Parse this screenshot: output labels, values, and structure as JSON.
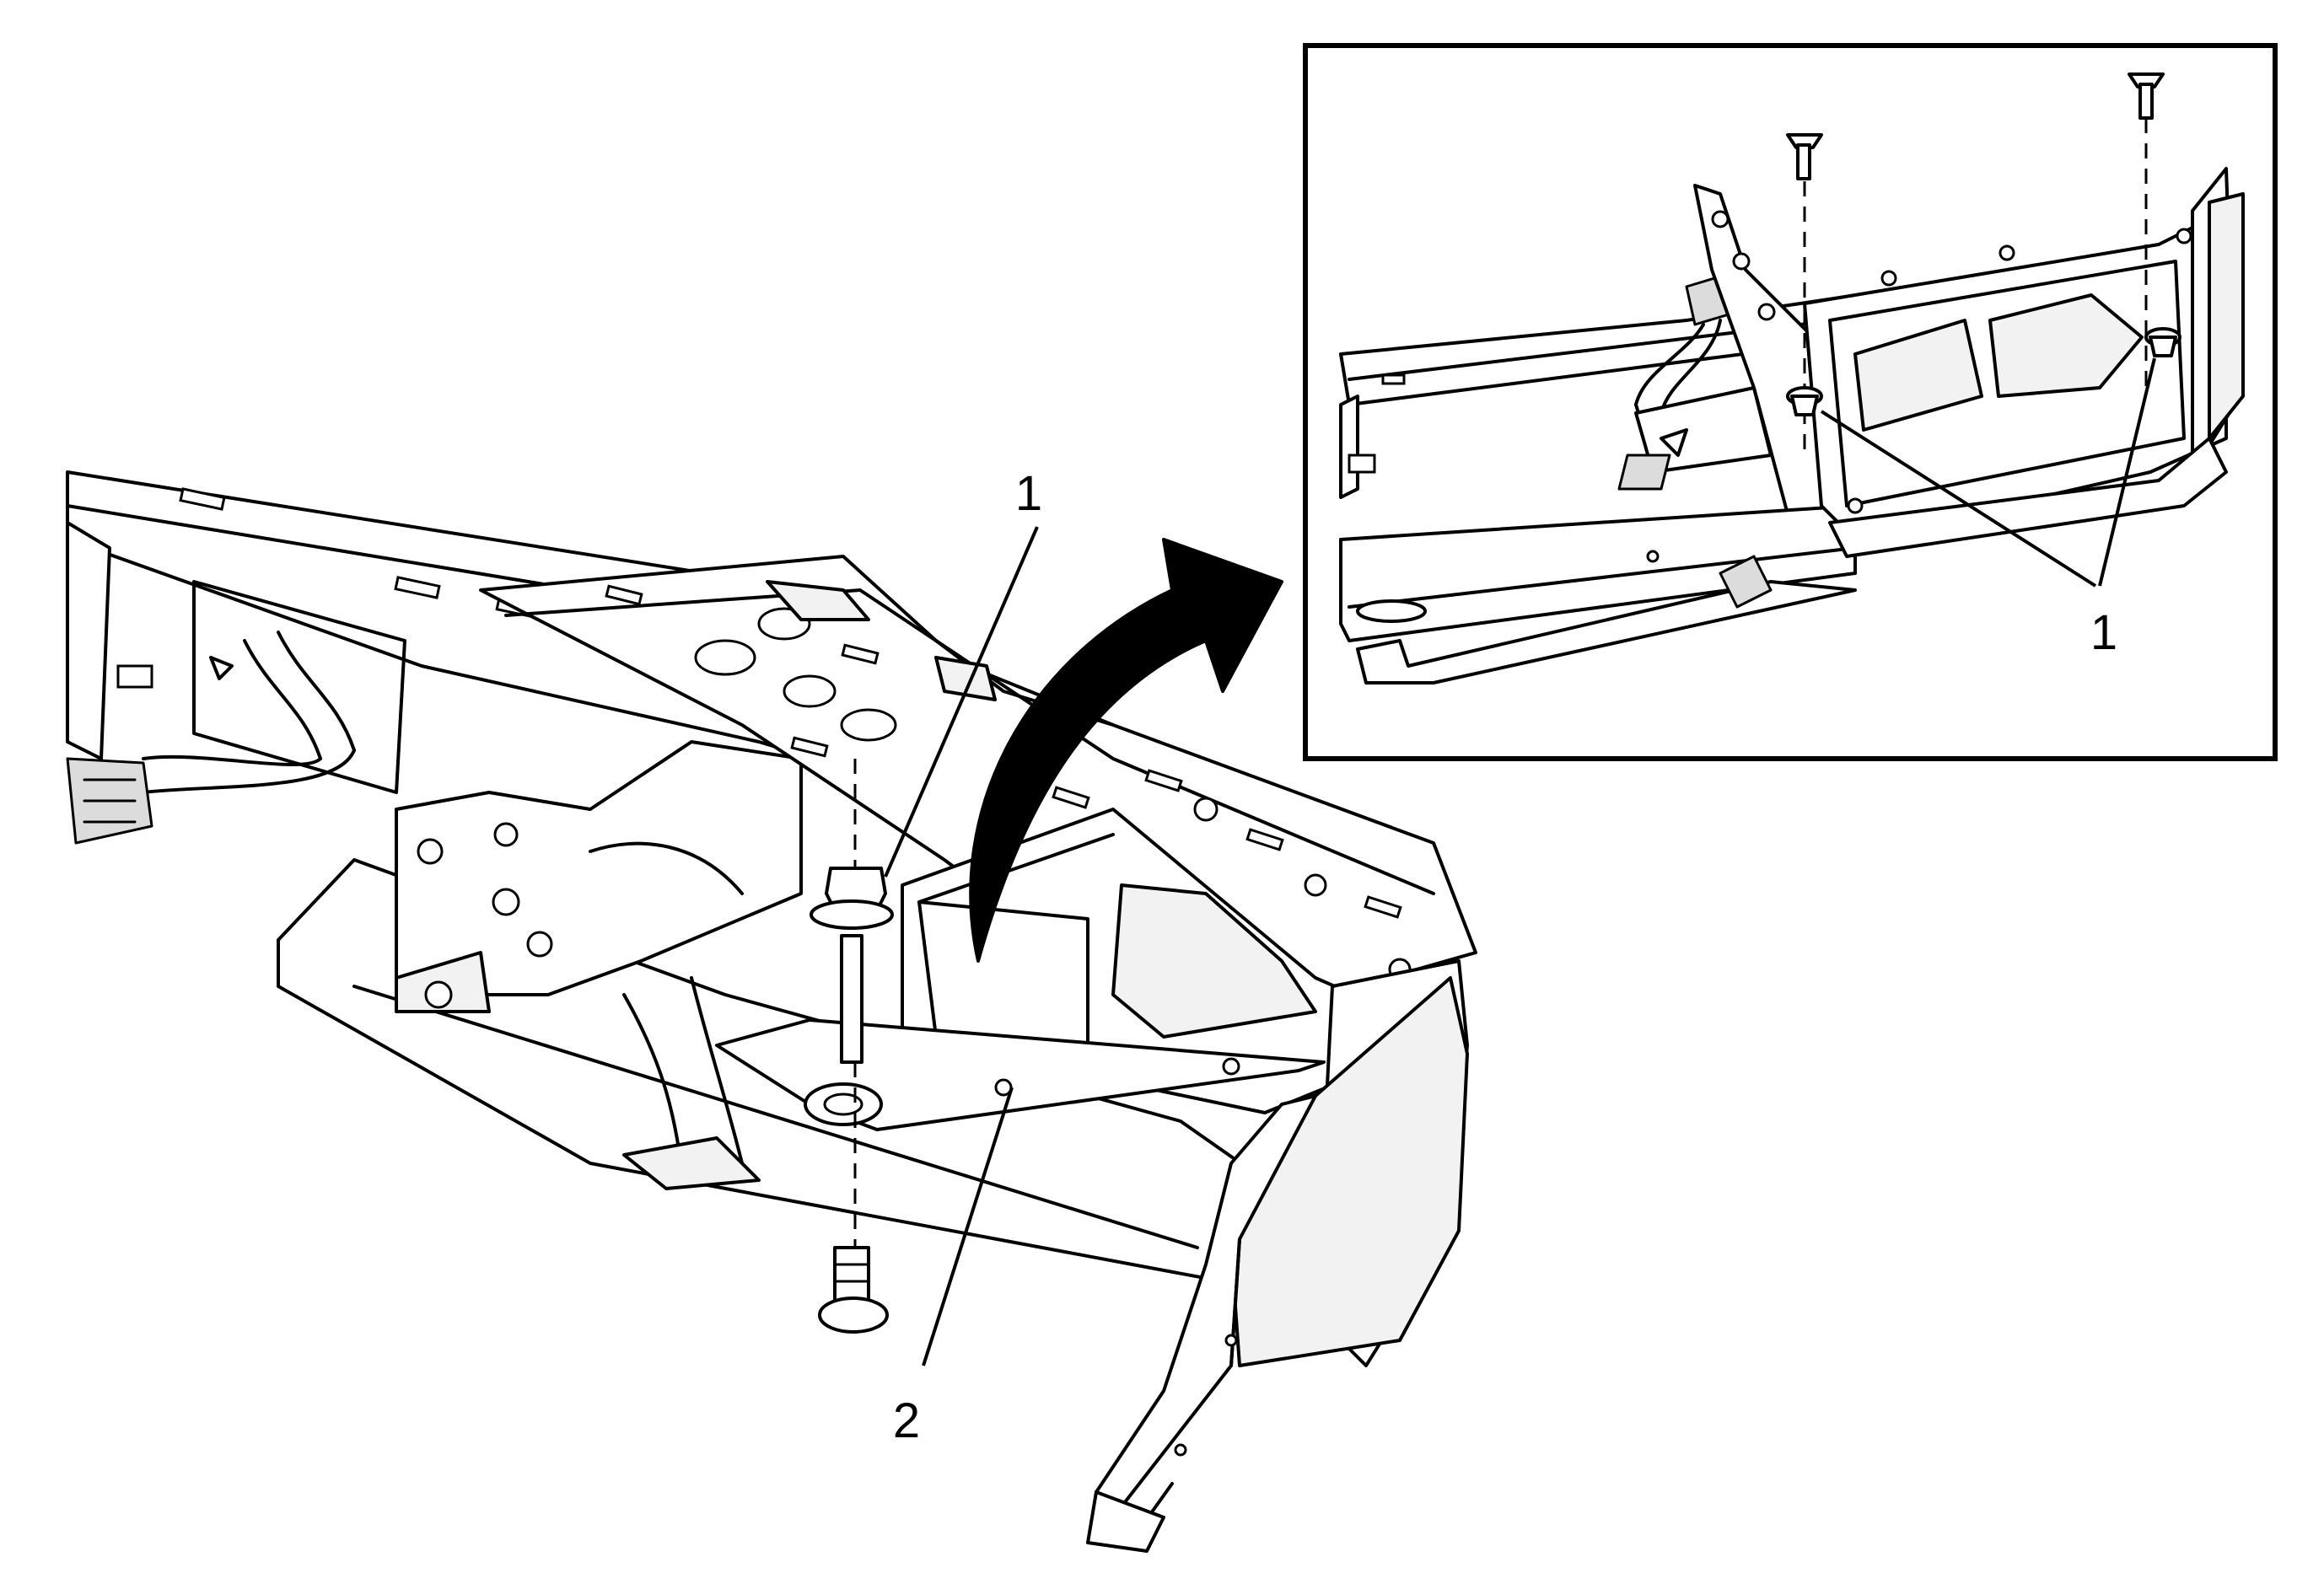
{
  "callouts": {
    "main_fastener": "1",
    "main_bracket": "2",
    "inset_fasteners": "1"
  },
  "colors": {
    "line": "#000000",
    "background": "#ffffff",
    "shade": "#f2f2f2"
  }
}
